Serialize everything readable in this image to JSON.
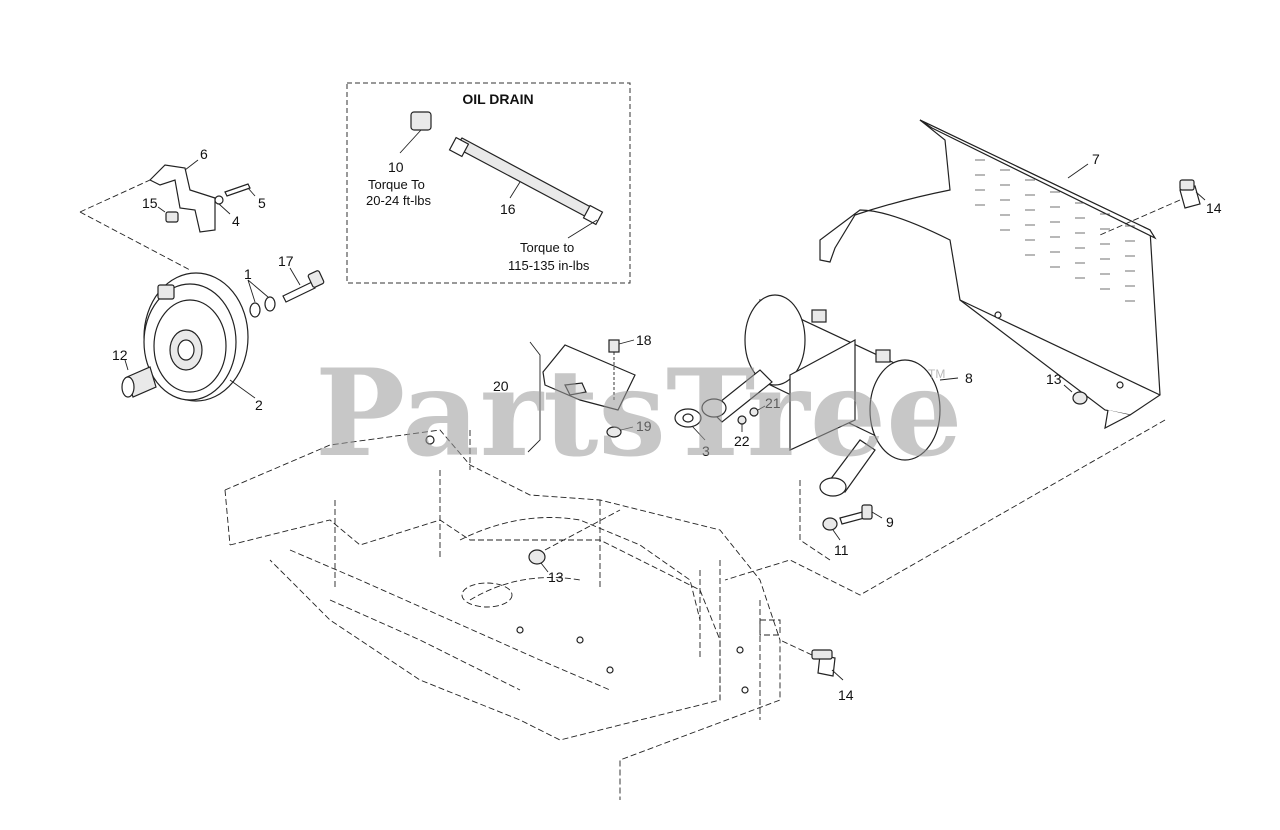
{
  "oil_drain": {
    "title": "OIL DRAIN",
    "torque_10_line1": "Torque To",
    "torque_10_line2": "20-24 ft-lbs",
    "torque_16_line1": "Torque to",
    "torque_16_line2": "115-135 in-lbs"
  },
  "callouts": {
    "c1": "1",
    "c2": "2",
    "c3": "3",
    "c4": "4",
    "c5": "5",
    "c6": "6",
    "c7": "7",
    "c8": "8",
    "c9": "9",
    "c10": "10",
    "c11": "11",
    "c12": "12",
    "c13a": "13",
    "c13b": "13",
    "c14a": "14",
    "c14b": "14",
    "c15": "15",
    "c16": "16",
    "c17": "17",
    "c18": "18",
    "c19": "19",
    "c20": "20",
    "c21": "21",
    "c22": "22"
  },
  "watermark": {
    "text": "PartsTree",
    "tm": "TM"
  }
}
